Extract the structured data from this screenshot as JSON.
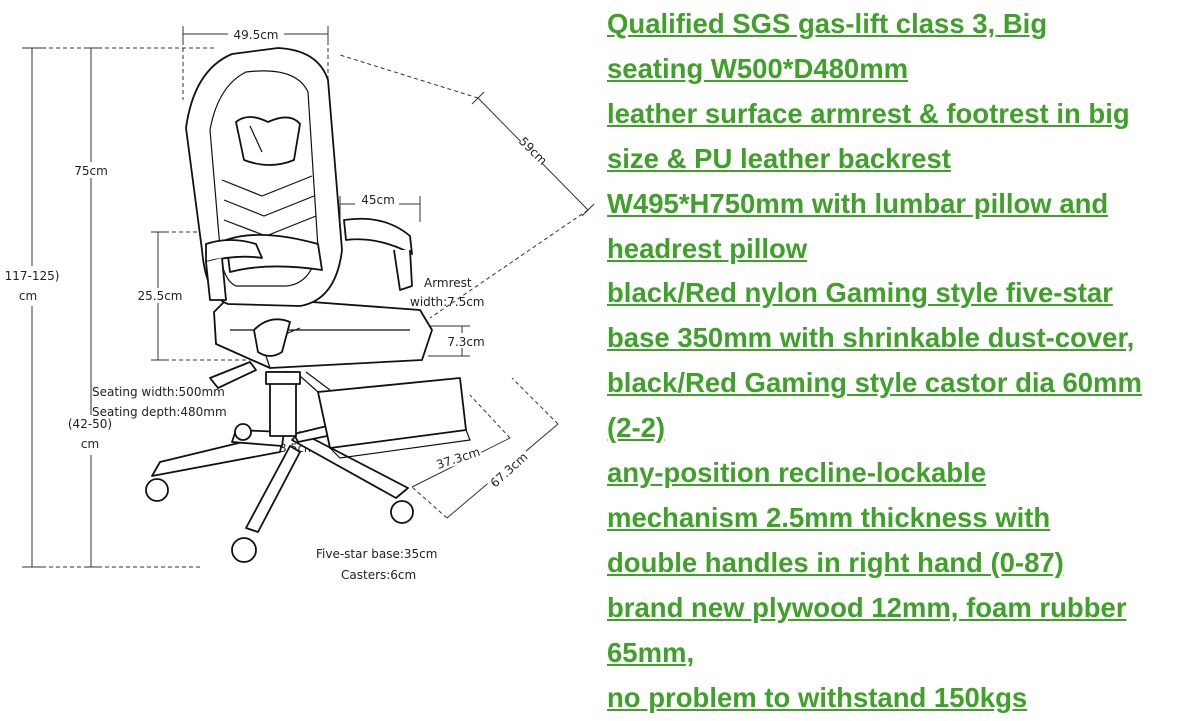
{
  "diagram": {
    "top_width": "49.5cm",
    "back_height": "75cm",
    "total_height_line1": "117-125)",
    "total_height_line2": "cm",
    "seat_height_line1": "(42-50)",
    "seat_height_line2": "cm",
    "arm_height": "25.5cm",
    "back_diag": "59cm",
    "arm_span": "45cm",
    "armrest_label_line1": "Armrest",
    "armrest_label_line2": "width:7.5cm",
    "footrest_offset": "7.3cm",
    "seating_width": "Seating width:500mm",
    "seating_depth": "Seating depth:480mm",
    "cylinder": "23.5cm",
    "footrest_short": "37.3cm",
    "footrest_long": "67.3cm",
    "base_label": "Five-star base:35cm",
    "casters_label": "Casters:6cm"
  },
  "specs": {
    "accent_color": "#3fa12a",
    "lines": [
      "Qualified SGS gas-lift class 3, Big",
      "seating W500*D480mm",
      "leather surface armrest & footrest in big",
      "size & PU leather backrest",
      "W495*H750mm with lumbar pillow and",
      "headrest pillow",
      "black/Red nylon Gaming style five-star",
      "base 350mm with shrinkable dust-cover,",
      "black/Red Gaming style castor dia 60mm",
      "(2-2)",
      "any-position recline-lockable",
      "mechanism 2.5mm thickness with",
      "double handles in right hand (0-87)",
      "brand new plywood 12mm, foam rubber",
      "65mm,",
      "no problem to withstand 150kgs"
    ]
  }
}
